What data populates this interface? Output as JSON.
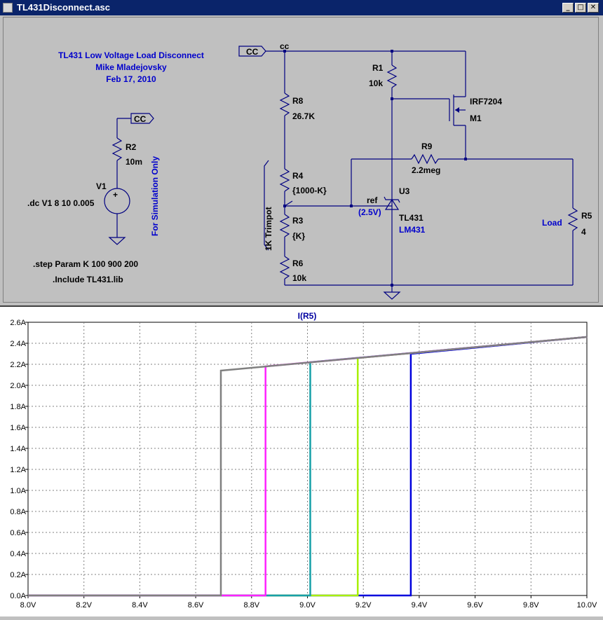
{
  "window": {
    "title": "TL431Disconnect.asc",
    "min_glyph": "_",
    "max_glyph": "□",
    "close_glyph": "✕"
  },
  "schematic": {
    "header": [
      "TL431 Low Voltage Load Disconnect",
      "Mike Mladejovsky",
      "Feb 17, 2010"
    ],
    "labels": {
      "cc_port": "CC",
      "cc_net": "cc",
      "cc_port_small": "CC",
      "r1": "R1",
      "r1_val": "10k",
      "r2": "R2",
      "r2_val": "10m",
      "r3": "R3",
      "r3_val": "{K}",
      "r4": "R4",
      "r4_val": "{1000-K}",
      "r5": "R5",
      "r5_val": "4",
      "load": "Load",
      "r6": "R6",
      "r6_val": "10k",
      "r8": "R8",
      "r8_val": "26.7K",
      "r9": "R9",
      "r9_val": "2.2meg",
      "m1": "M1",
      "m1_part": "IRF7204",
      "u3": "U3",
      "u3_part": "TL431",
      "u3_alt": "LM431",
      "ref": "ref",
      "ref_v": "(2.5V)",
      "v1": "V1",
      "v1_plus": "+",
      "dc_cmd": ".dc V1 8 10 0.005",
      "sim_only": "For Simulation Only",
      "trimpot": "1K Trimpot",
      "step_cmd": ".step Param K 100 900 200",
      "include_cmd": ".Include TL431.lib"
    }
  },
  "chart_data": {
    "type": "line",
    "title": "I(R5)",
    "xlim": [
      8.0,
      10.0
    ],
    "ylim": [
      0.0,
      2.6
    ],
    "x_ticks": [
      "8.0V",
      "8.2V",
      "8.4V",
      "8.6V",
      "8.8V",
      "9.0V",
      "9.2V",
      "9.4V",
      "9.6V",
      "9.8V",
      "10.0V"
    ],
    "y_ticks": [
      "0.0A",
      "0.2A",
      "0.4A",
      "0.6A",
      "0.8A",
      "1.0A",
      "1.2A",
      "1.4A",
      "1.6A",
      "1.8A",
      "2.0A",
      "2.2A",
      "2.4A",
      "2.6A"
    ],
    "grid": true,
    "series": [
      {
        "color": "#0000dd",
        "points": [
          [
            8.0,
            0.0
          ],
          [
            9.37,
            0.0
          ],
          [
            9.37,
            2.3
          ],
          [
            10.0,
            2.46
          ]
        ]
      },
      {
        "color": "#a8f000",
        "points": [
          [
            8.0,
            0.0
          ],
          [
            9.18,
            0.0
          ],
          [
            9.18,
            2.26
          ],
          [
            10.0,
            2.46
          ]
        ]
      },
      {
        "color": "#17a0a8",
        "points": [
          [
            8.0,
            0.0
          ],
          [
            9.01,
            0.0
          ],
          [
            9.01,
            2.22
          ],
          [
            10.0,
            2.46
          ]
        ]
      },
      {
        "color": "#ff22ff",
        "points": [
          [
            8.0,
            0.0
          ],
          [
            8.85,
            0.0
          ],
          [
            8.85,
            2.18
          ],
          [
            10.0,
            2.46
          ]
        ]
      },
      {
        "color": "#808080",
        "points": [
          [
            8.0,
            0.0
          ],
          [
            8.69,
            0.0
          ],
          [
            8.69,
            2.14
          ],
          [
            10.0,
            2.46
          ]
        ]
      }
    ]
  }
}
